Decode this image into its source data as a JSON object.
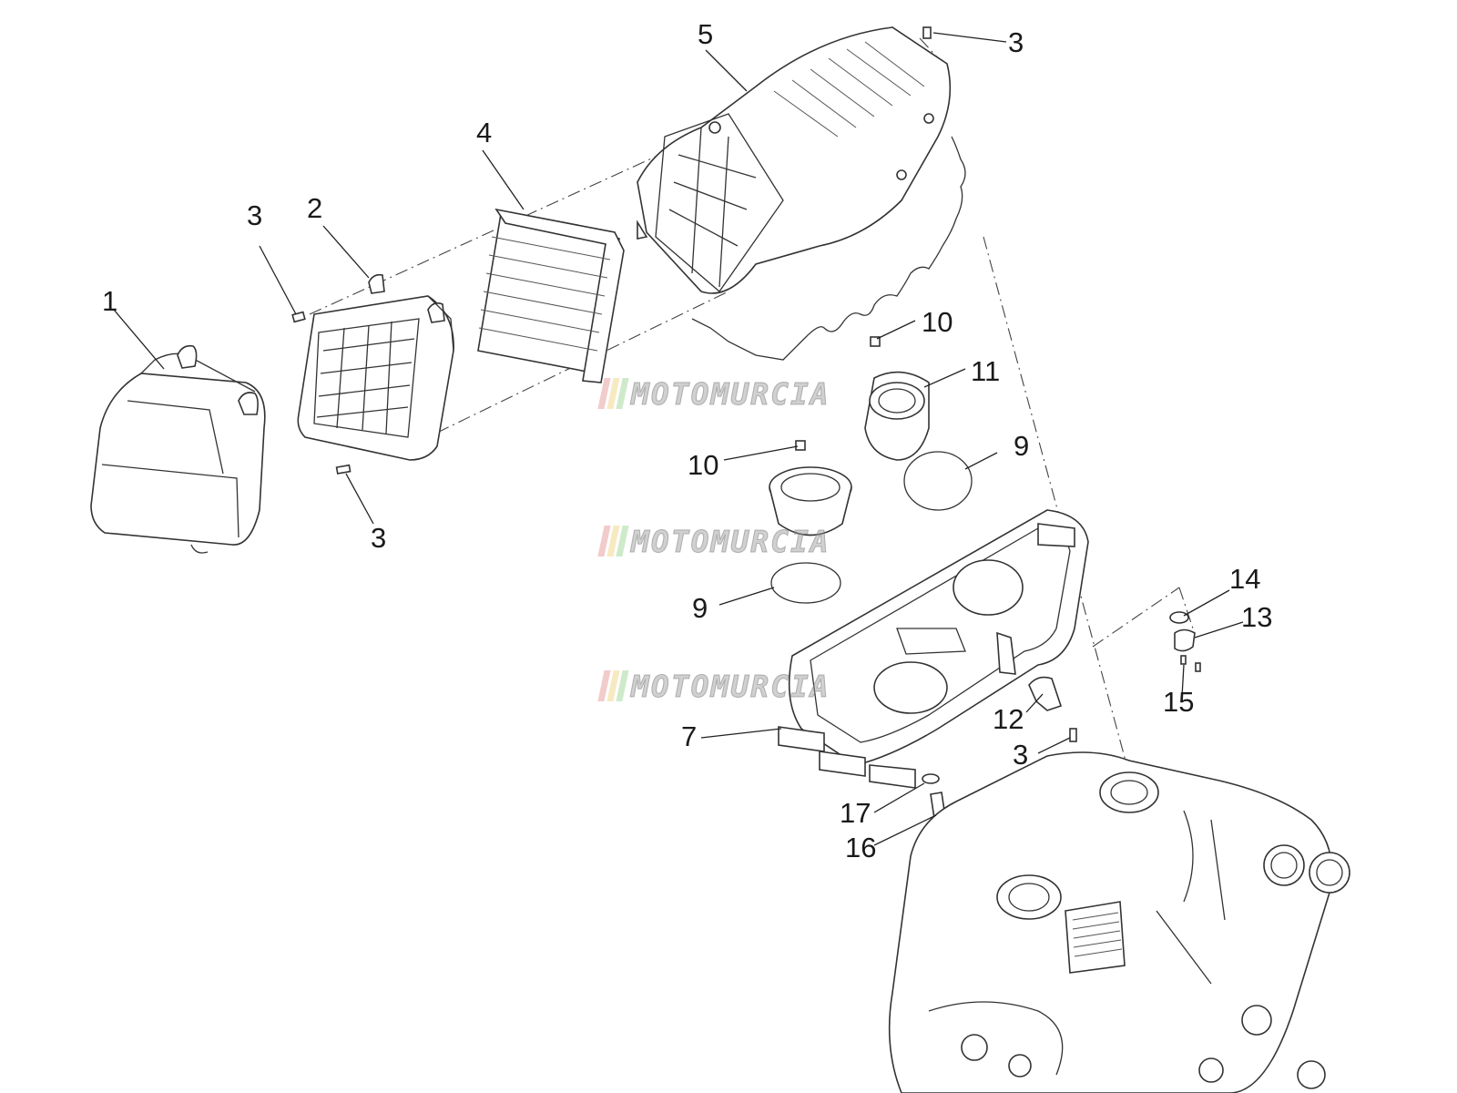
{
  "labels": {
    "l1": "1",
    "l2": "2",
    "l3a": "3",
    "l3b": "3",
    "l3c": "3",
    "l3d": "3",
    "l4": "4",
    "l5": "5",
    "l7": "7",
    "l9a": "9",
    "l9b": "9",
    "l10a": "10",
    "l10b": "10",
    "l11": "11",
    "l12": "12",
    "l13": "13",
    "l14": "14",
    "l15": "15",
    "l16": "16",
    "l17": "17"
  },
  "watermark": {
    "text": "MOTOMURCIA",
    "colors": [
      "#e8a0a0",
      "#f0d890",
      "#a8d8a0"
    ]
  }
}
